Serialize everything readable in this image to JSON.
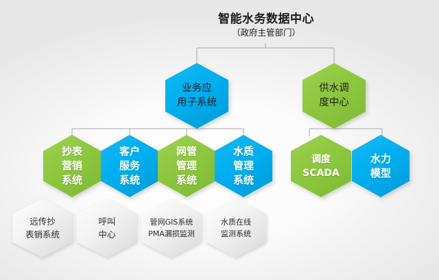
{
  "header": {
    "title": "智能水务数据中心",
    "subtitle": "（政府主管部门）"
  },
  "colors": {
    "green": "#8dc63f",
    "blue": "#00aeef",
    "grey": "#e6e6e6",
    "connector": "#a7a7a7",
    "text_dark": "#1b1b1b",
    "text_light": "#ffffff"
  },
  "level1": [
    {
      "id": "business-application-subsystem",
      "label": "业务应\n用子系统",
      "color": "blue"
    },
    {
      "id": "water-supply-dispatch-center",
      "label": "供水调\n度中心",
      "color": "green"
    }
  ],
  "level2": [
    {
      "id": "meter-reading-marketing-system",
      "label": "抄表\n营销\n系统",
      "color": "green",
      "parent": "business-application-subsystem"
    },
    {
      "id": "customer-service-system",
      "label": "客户\n服务\n系统",
      "color": "blue",
      "parent": "business-application-subsystem"
    },
    {
      "id": "pipe-network-management-system",
      "label": "网管\n管理\n系统",
      "color": "green",
      "parent": "business-application-subsystem"
    },
    {
      "id": "water-quality-management-system",
      "label": "水质\n管理\n系统",
      "color": "blue",
      "parent": "business-application-subsystem"
    },
    {
      "id": "dispatch-scada",
      "label": "调度\nSCADA",
      "color": "green",
      "parent": "water-supply-dispatch-center"
    },
    {
      "id": "hydraulic-model",
      "label": "水力\n模型",
      "color": "blue",
      "parent": "water-supply-dispatch-center"
    }
  ],
  "level3": [
    {
      "id": "remote-meter-reading-sales-system",
      "label": "远传抄\n表销系统"
    },
    {
      "id": "call-center",
      "label": "呼叫\n中心"
    },
    {
      "id": "pipe-gis-pma-leak-monitoring",
      "label": "管网GIS系统\nPMA漏损监测"
    },
    {
      "id": "water-quality-online-monitoring-system",
      "label": "水质在线\n监测系统"
    }
  ]
}
